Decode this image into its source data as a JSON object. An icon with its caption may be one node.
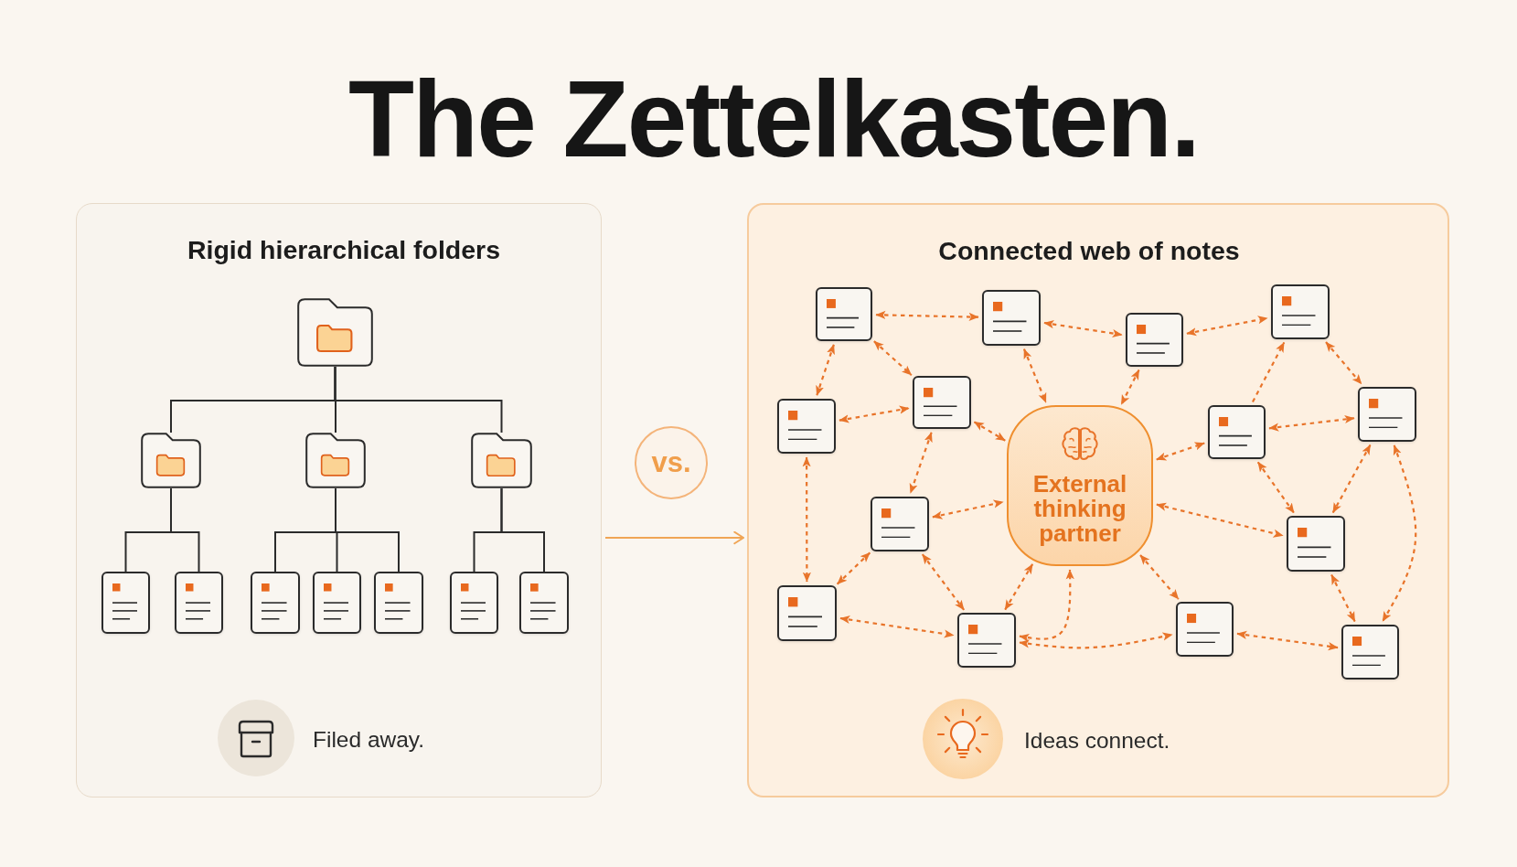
{
  "diagram": {
    "title": "The Zettelkasten.",
    "nodes": [
      {
        "text": [
          "Rigid hierarchical folders",
          "Filed away."
        ]
      },
      {
        "text": [],
        "shape": "folder",
        "in": 0
      },
      {
        "text": [],
        "shape": "folder",
        "in": 0
      },
      {
        "text": [],
        "shape": "folder",
        "in": 0
      },
      {
        "text": [],
        "shape": "folder",
        "in": 0
      },
      {
        "text": [],
        "shape": "document",
        "in": 0
      },
      {
        "text": [],
        "shape": "document",
        "in": 0
      },
      {
        "text": [],
        "shape": "document",
        "in": 0
      },
      {
        "text": [],
        "shape": "document",
        "in": 0
      },
      {
        "text": [],
        "shape": "document",
        "in": 0
      },
      {
        "text": [],
        "shape": "document",
        "in": 0
      },
      {
        "text": [],
        "shape": "document",
        "in": 0
      },
      {
        "text": [
          "vs."
        ]
      },
      {
        "text": [
          "Connected web of notes",
          "Ideas connect."
        ]
      },
      {
        "text": [],
        "shape": "note",
        "in": 13
      },
      {
        "text": [],
        "shape": "note",
        "in": 13
      },
      {
        "text": [],
        "shape": "note",
        "in": 13
      },
      {
        "text": [],
        "shape": "note",
        "in": 13
      },
      {
        "text": [],
        "shape": "note",
        "in": 13
      },
      {
        "text": [],
        "shape": "note",
        "in": 13
      },
      {
        "text": [
          "External thinking partner"
        ],
        "in": 13
      },
      {
        "text": [],
        "shape": "note",
        "in": 13
      },
      {
        "text": [],
        "shape": "note",
        "in": 13
      },
      {
        "text": [],
        "shape": "note",
        "in": 13
      },
      {
        "text": [],
        "shape": "note",
        "in": 13
      },
      {
        "text": [],
        "shape": "note",
        "in": 13
      },
      {
        "text": [],
        "shape": "note",
        "in": 13
      },
      {
        "text": [],
        "shape": "note",
        "in": 13
      },
      {
        "text": [],
        "shape": "note",
        "in": 13
      }
    ],
    "edges": [
      {
        "from": 1,
        "to": 2,
        "arrow": "none",
        "color": "#2b2b2b"
      },
      {
        "from": 1,
        "to": 3,
        "arrow": "none",
        "color": "#2b2b2b"
      },
      {
        "from": 1,
        "to": 4,
        "arrow": "none",
        "color": "#2b2b2b"
      },
      {
        "from": 2,
        "to": 5,
        "arrow": "none",
        "color": "#2b2b2b"
      },
      {
        "from": 2,
        "to": 6,
        "arrow": "none",
        "color": "#2b2b2b"
      },
      {
        "from": 3,
        "to": 7,
        "arrow": "none",
        "color": "#2b2b2b"
      },
      {
        "from": 3,
        "to": 8,
        "arrow": "none",
        "color": "#2b2b2b"
      },
      {
        "from": 3,
        "to": 9,
        "arrow": "none",
        "color": "#2b2b2b"
      },
      {
        "from": 4,
        "to": 10,
        "arrow": "none",
        "color": "#2b2b2b"
      },
      {
        "from": 4,
        "to": 11,
        "arrow": "none",
        "color": "#2b2b2b"
      },
      {
        "from": 0,
        "to": 13,
        "arrow": "to",
        "color": "#f0a555"
      },
      {
        "from": 14,
        "to": 15,
        "arrow": "both",
        "style": "dashed"
      },
      {
        "from": 15,
        "to": 16,
        "arrow": "both",
        "style": "dashed"
      },
      {
        "from": 16,
        "to": 17,
        "arrow": "both",
        "style": "dashed"
      },
      {
        "from": 14,
        "to": 18,
        "arrow": "both",
        "style": "dashed"
      },
      {
        "from": 14,
        "to": 19,
        "arrow": "both",
        "style": "dashed"
      },
      {
        "from": 18,
        "to": 19,
        "arrow": "both",
        "style": "dashed"
      },
      {
        "from": 15,
        "to": 20,
        "arrow": "both",
        "style": "dashed"
      },
      {
        "from": 16,
        "to": 20,
        "arrow": "both",
        "style": "dashed"
      },
      {
        "from": 19,
        "to": 20,
        "arrow": "both",
        "style": "dashed"
      },
      {
        "from": 19,
        "to": 23,
        "arrow": "both",
        "style": "dashed"
      },
      {
        "from": 18,
        "to": 25,
        "arrow": "both",
        "style": "dashed"
      },
      {
        "from": 23,
        "to": 20,
        "arrow": "both",
        "style": "dashed"
      },
      {
        "from": 23,
        "to": 25,
        "arrow": "both",
        "style": "dashed"
      },
      {
        "from": 23,
        "to": 26,
        "arrow": "both",
        "style": "dashed"
      },
      {
        "from": 26,
        "to": 20,
        "arrow": "both",
        "style": "dashed"
      },
      {
        "from": 25,
        "to": 26,
        "arrow": "both",
        "style": "dashed"
      },
      {
        "from": 26,
        "to": 20,
        "arrow": "both",
        "style": "dashed"
      },
      {
        "from": 26,
        "to": 27,
        "arrow": "both",
        "style": "dashed"
      },
      {
        "from": 20,
        "to": 27,
        "arrow": "both",
        "style": "dashed"
      },
      {
        "from": 20,
        "to": 21,
        "arrow": "both",
        "style": "dashed"
      },
      {
        "from": 20,
        "to": 24,
        "arrow": "both",
        "style": "dashed"
      },
      {
        "from": 21,
        "to": 17,
        "arrow": "to",
        "style": "dashed"
      },
      {
        "from": 21,
        "to": 22,
        "arrow": "both",
        "style": "dashed"
      },
      {
        "from": 17,
        "to": 22,
        "arrow": "both",
        "style": "dashed"
      },
      {
        "from": 21,
        "to": 24,
        "arrow": "both",
        "style": "dashed"
      },
      {
        "from": 22,
        "to": 24,
        "arrow": "both",
        "style": "dashed"
      },
      {
        "from": 22,
        "to": 28,
        "arrow": "both",
        "style": "dashed"
      },
      {
        "from": 24,
        "to": 28,
        "arrow": "both",
        "style": "dashed"
      },
      {
        "from": 27,
        "to": 28,
        "arrow": "both",
        "style": "dashed"
      }
    ]
  }
}
